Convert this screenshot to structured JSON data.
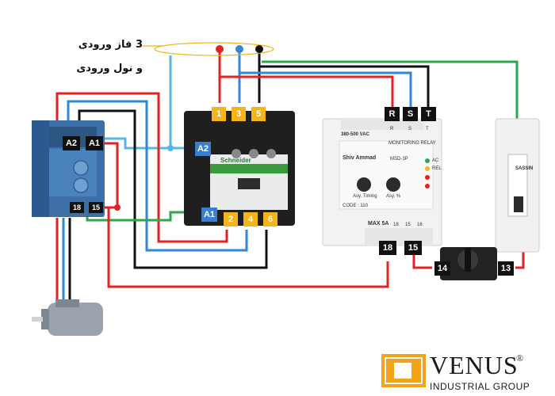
{
  "caption": {
    "line1": "3 فاز ورودی",
    "line2": "و نول ورودی"
  },
  "timer_relay": {
    "terminal_a2": "A2",
    "terminal_a1": "A1",
    "terminal_18": "18",
    "terminal_15": "15"
  },
  "contactor": {
    "brand": "Schneider",
    "coil_a2": "A2",
    "coil_a1": "A1",
    "top_terminals": [
      "1",
      "3",
      "5"
    ],
    "bottom_terminals": [
      "2",
      "4",
      "6"
    ]
  },
  "monitoring_relay": {
    "voltage_label": "380-500 VAC",
    "title": "MONITORING RELAY",
    "brand": "Shiv Ammad",
    "model": "MSD-3P",
    "leds": [
      "AC",
      "REL",
      "",
      ""
    ],
    "knob_left": "Asy. Timing",
    "knob_right": "Asy. %",
    "code": "CODE : 110",
    "max_label": "MAX 5A",
    "input_terminals": [
      "R",
      "S",
      "T"
    ],
    "phase_letters": [
      "R",
      "S",
      "T"
    ],
    "contact_numbers": [
      "18",
      "15",
      "16"
    ],
    "out_18": "18",
    "out_15": "15"
  },
  "breaker": {
    "brand": "SASSIN"
  },
  "selector_switch": {
    "terminal_14": "14",
    "terminal_13": "13"
  },
  "company": {
    "name": "VENUS",
    "subtitle": "INDUSTRIAL GROUP",
    "mark": "®"
  },
  "colors": {
    "wire_phase1": "#e32222",
    "wire_phase2": "#2f87d6",
    "wire_phase3": "#111111",
    "wire_neutral": "#2aa84a",
    "wire_control": "#56b6e8",
    "terminal_black": "#111111",
    "terminal_yellow": "#f4b41a",
    "terminal_blue": "#3a7fd0",
    "logo_orange": "#f2a31a"
  }
}
